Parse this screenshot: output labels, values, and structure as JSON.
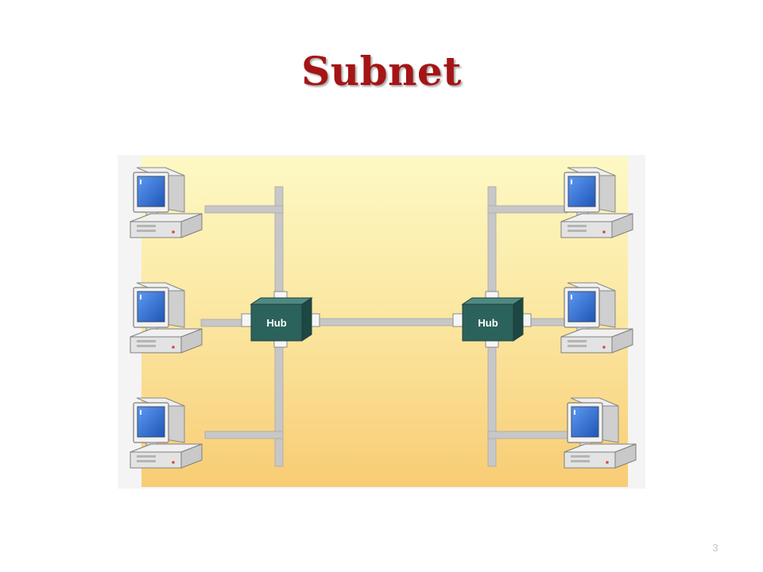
{
  "slide": {
    "title": "Subnet",
    "number": "3"
  },
  "diagram": {
    "hubs": [
      {
        "label": "Hub"
      },
      {
        "label": "Hub"
      }
    ],
    "computer_count_left": 3,
    "computer_count_right": 3
  },
  "colors": {
    "title": "#a51515",
    "background_top": "#fbf6b8",
    "background_bottom": "#f8cd76",
    "cable": "#c8c8c8",
    "hub_face": "#2a5f5a",
    "monitor_screen": "#2f6fd1",
    "computer_body": "#dedede"
  }
}
